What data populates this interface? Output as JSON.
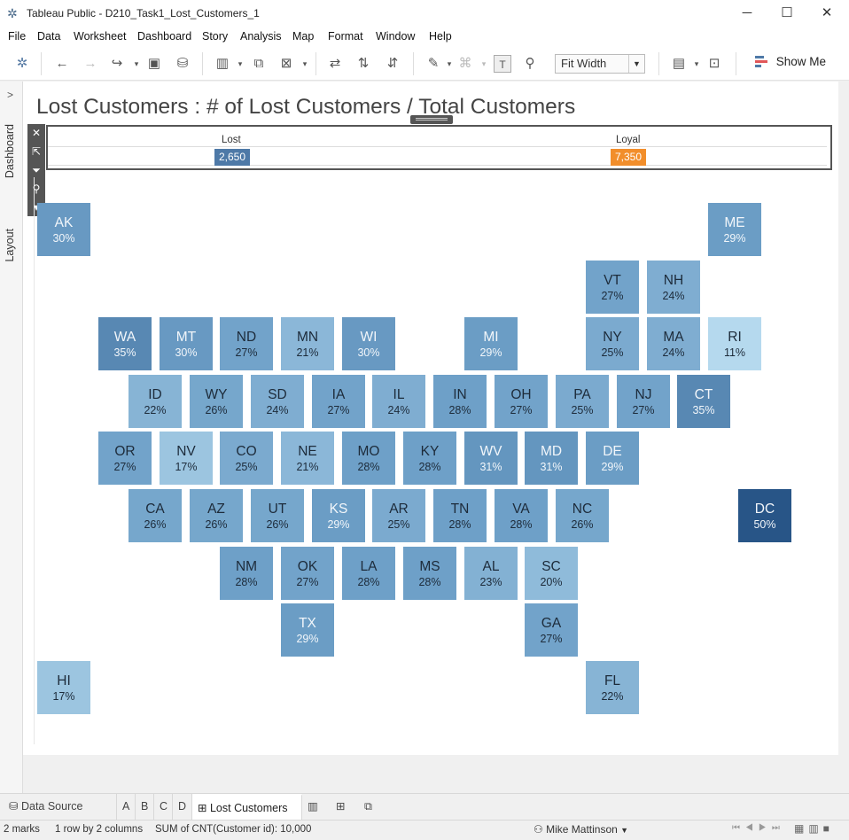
{
  "window": {
    "title": "Tableau Public - D210_Task1_Lost_Customers_1",
    "minimize": "─",
    "maximize": "☐",
    "close": "✕"
  },
  "menu": [
    "File",
    "Data",
    "Worksheet",
    "Dashboard",
    "Story",
    "Analysis",
    "Map",
    "Format",
    "Window",
    "Help"
  ],
  "toolbar": {
    "fit": "Fit Width",
    "show_me": "Show Me"
  },
  "side_tabs": [
    "Dashboard",
    "Layout"
  ],
  "dashboard": {
    "title": "Lost Customers : # of Lost Customers / Total Customers"
  },
  "legend": [
    {
      "label": "Lost",
      "value": "2,650",
      "color": "#4e79a7"
    },
    {
      "label": "Loyal",
      "value": "7,350",
      "color": "#f28e2b"
    }
  ],
  "tile_map": {
    "color_scale": "blue sequential, darker = higher percentage lost",
    "states": [
      {
        "abbr": "AK",
        "pct": "30%",
        "value": 30
      },
      {
        "abbr": "ME",
        "pct": "29%",
        "value": 29
      },
      {
        "abbr": "VT",
        "pct": "27%",
        "value": 27
      },
      {
        "abbr": "NH",
        "pct": "24%",
        "value": 24
      },
      {
        "abbr": "WA",
        "pct": "35%",
        "value": 35
      },
      {
        "abbr": "MT",
        "pct": "30%",
        "value": 30
      },
      {
        "abbr": "ND",
        "pct": "27%",
        "value": 27
      },
      {
        "abbr": "MN",
        "pct": "21%",
        "value": 21
      },
      {
        "abbr": "WI",
        "pct": "30%",
        "value": 30
      },
      {
        "abbr": "MI",
        "pct": "29%",
        "value": 29
      },
      {
        "abbr": "NY",
        "pct": "25%",
        "value": 25
      },
      {
        "abbr": "MA",
        "pct": "24%",
        "value": 24
      },
      {
        "abbr": "RI",
        "pct": "11%",
        "value": 11
      },
      {
        "abbr": "ID",
        "pct": "22%",
        "value": 22
      },
      {
        "abbr": "WY",
        "pct": "26%",
        "value": 26
      },
      {
        "abbr": "SD",
        "pct": "24%",
        "value": 24
      },
      {
        "abbr": "IA",
        "pct": "27%",
        "value": 27
      },
      {
        "abbr": "IL",
        "pct": "24%",
        "value": 24
      },
      {
        "abbr": "IN",
        "pct": "28%",
        "value": 28
      },
      {
        "abbr": "OH",
        "pct": "27%",
        "value": 27
      },
      {
        "abbr": "PA",
        "pct": "25%",
        "value": 25
      },
      {
        "abbr": "NJ",
        "pct": "27%",
        "value": 27
      },
      {
        "abbr": "CT",
        "pct": "35%",
        "value": 35
      },
      {
        "abbr": "OR",
        "pct": "27%",
        "value": 27
      },
      {
        "abbr": "NV",
        "pct": "17%",
        "value": 17
      },
      {
        "abbr": "CO",
        "pct": "25%",
        "value": 25
      },
      {
        "abbr": "NE",
        "pct": "21%",
        "value": 21
      },
      {
        "abbr": "MO",
        "pct": "28%",
        "value": 28
      },
      {
        "abbr": "KY",
        "pct": "28%",
        "value": 28
      },
      {
        "abbr": "WV",
        "pct": "31%",
        "value": 31
      },
      {
        "abbr": "MD",
        "pct": "31%",
        "value": 31
      },
      {
        "abbr": "DE",
        "pct": "29%",
        "value": 29
      },
      {
        "abbr": "CA",
        "pct": "26%",
        "value": 26
      },
      {
        "abbr": "AZ",
        "pct": "26%",
        "value": 26
      },
      {
        "abbr": "UT",
        "pct": "26%",
        "value": 26
      },
      {
        "abbr": "KS",
        "pct": "29%",
        "value": 29
      },
      {
        "abbr": "AR",
        "pct": "25%",
        "value": 25
      },
      {
        "abbr": "TN",
        "pct": "28%",
        "value": 28
      },
      {
        "abbr": "VA",
        "pct": "28%",
        "value": 28
      },
      {
        "abbr": "NC",
        "pct": "26%",
        "value": 26
      },
      {
        "abbr": "DC",
        "pct": "50%",
        "value": 50
      },
      {
        "abbr": "NM",
        "pct": "28%",
        "value": 28
      },
      {
        "abbr": "OK",
        "pct": "27%",
        "value": 27
      },
      {
        "abbr": "LA",
        "pct": "28%",
        "value": 28
      },
      {
        "abbr": "MS",
        "pct": "28%",
        "value": 28
      },
      {
        "abbr": "AL",
        "pct": "23%",
        "value": 23
      },
      {
        "abbr": "SC",
        "pct": "20%",
        "value": 20
      },
      {
        "abbr": "TX",
        "pct": "29%",
        "value": 29
      },
      {
        "abbr": "GA",
        "pct": "27%",
        "value": 27
      },
      {
        "abbr": "HI",
        "pct": "17%",
        "value": 17
      },
      {
        "abbr": "FL",
        "pct": "22%",
        "value": 22
      }
    ]
  },
  "tabs": {
    "data_source": "Data Source",
    "sheets": [
      "A",
      "B",
      "C",
      "D"
    ],
    "active": "Lost Customers"
  },
  "status": {
    "marks": "2 marks",
    "dims": "1 row by 2 columns",
    "sum": "SUM of CNT(Customer id): 10,000",
    "user": "Mike Mattinson"
  }
}
